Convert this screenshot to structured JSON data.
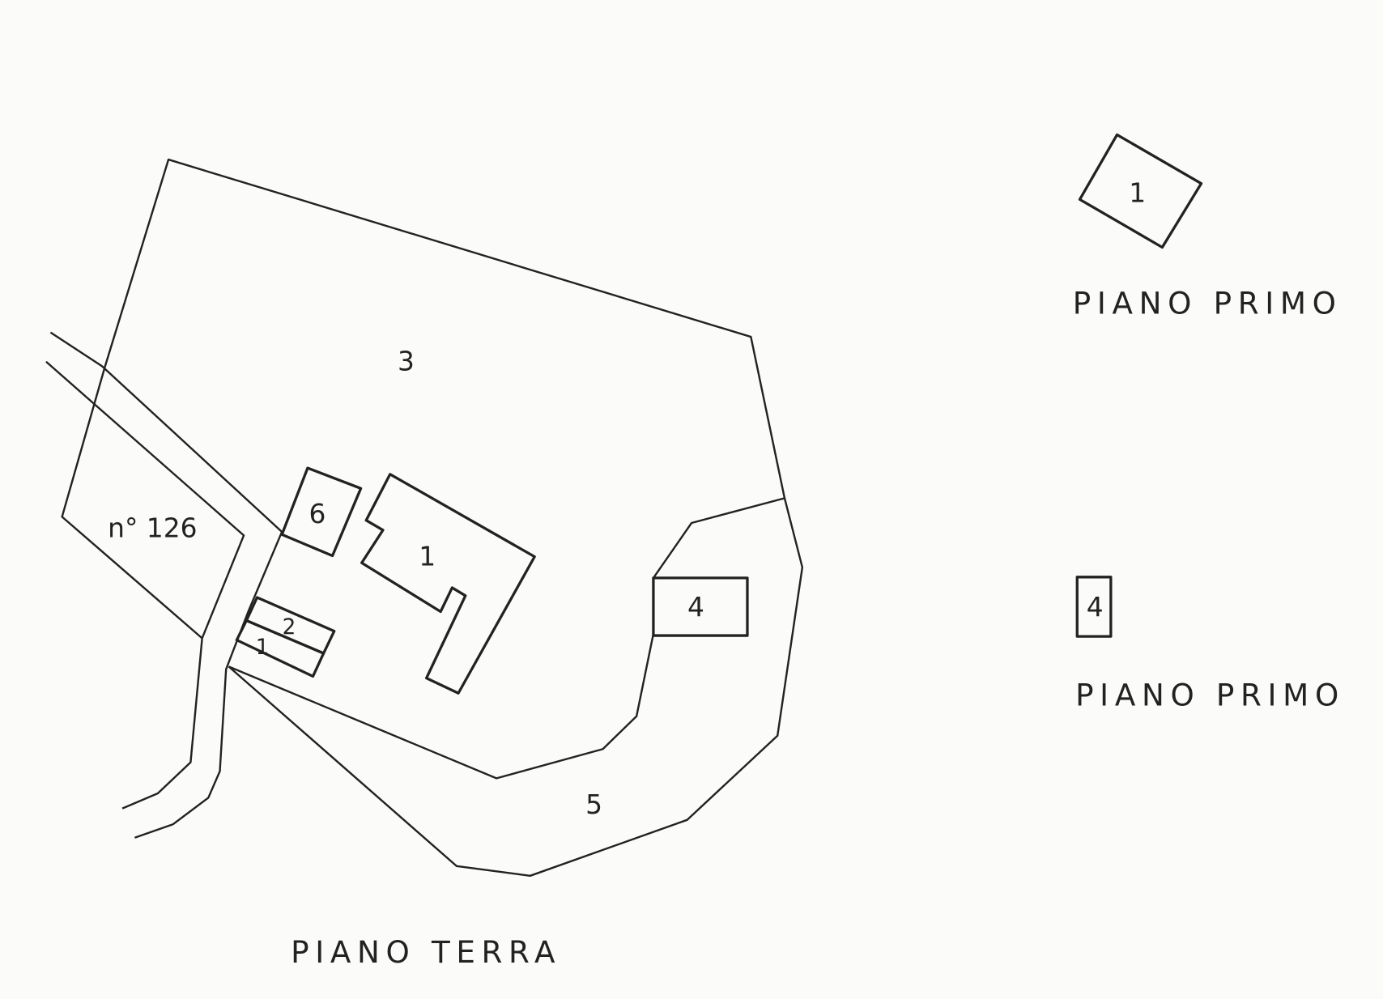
{
  "parcels": {
    "p3": "3",
    "p5": "5",
    "p126": "n° 126",
    "b1": "1",
    "b2": "2",
    "b1_small": "1",
    "b4": "4",
    "b6": "6"
  },
  "ground_floor_label": "PIANO TERRA",
  "first_floor": [
    {
      "unit": "1",
      "label": "PIANO PRIMO"
    },
    {
      "unit": "4",
      "label": "PIANO PRIMO"
    }
  ]
}
